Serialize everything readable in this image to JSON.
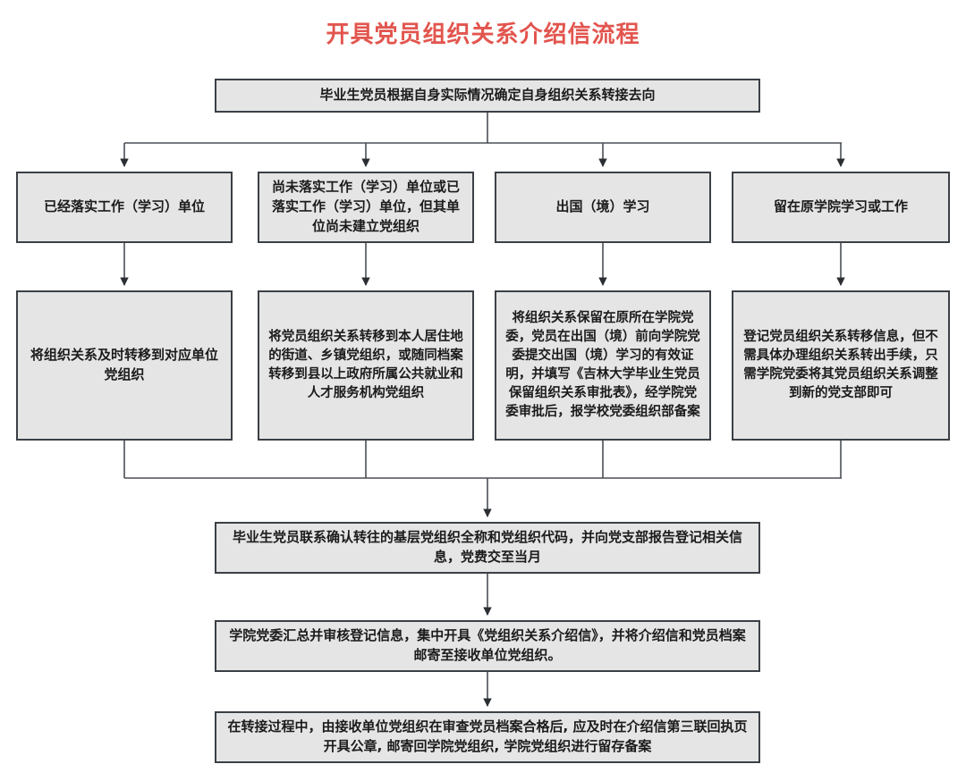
{
  "page": {
    "title": "开具党员组织关系介绍信流程",
    "title_color": "#e2554e",
    "node_fill": "#e5e5e5",
    "node_border": "#3b4046",
    "background": "#ffffff"
  },
  "flowchart": {
    "type": "flowchart",
    "orientation": "top-to-bottom",
    "start": {
      "id": "start",
      "text": "毕业生党员根据自身实际情况确定自身组织关系转接去向"
    },
    "branches": [
      {
        "id": "branch-1",
        "condition": "已经落实工作（学习）单位",
        "action": "将组织关系及时转移到对应单位党组织"
      },
      {
        "id": "branch-2",
        "condition": "尚未落实工作（学习）单位或已落实工作（学习）单位，但其单位尚未建立党组织",
        "action": "将党员组织关系转移到本人居住地的街道、乡镇党组织，或随同档案转移到县以上政府所属公共就业和人才服务机构党组织"
      },
      {
        "id": "branch-3",
        "condition": "出国（境）学习",
        "action": "将组织关系保留在原所在学院党委，党员在出国（境）前向学院党委提交出国（境）学习的有效证明，并填写《吉林大学毕业生党员保留组织关系审批表》，经学院党委审批后，报学校党委组织部备案"
      },
      {
        "id": "branch-4",
        "condition": "留在原学院学习或工作",
        "action": "登记党员组织关系转移信息，但不需具体办理组织关系转出手续，只需学院党委将其党员组织关系调整到新的党支部即可"
      }
    ],
    "steps": [
      {
        "id": "step-1",
        "text": "毕业生党员联系确认转往的基层党组织全称和党组织代码，并向党支部报告登记相关信息，党费交至当月"
      },
      {
        "id": "step-2",
        "text": "学院党委汇总并审核登记信息，集中开具《党组织关系介绍信》，并将介绍信和党员档案邮寄至接收单位党组织。"
      },
      {
        "id": "step-3",
        "text": "在转接过程中，由接收单位党组织在审查党员档案合格后, 应及时在介绍信第三联回执页开具公章, 邮寄回学院党组织, 学院党组织进行留存备案"
      }
    ]
  }
}
